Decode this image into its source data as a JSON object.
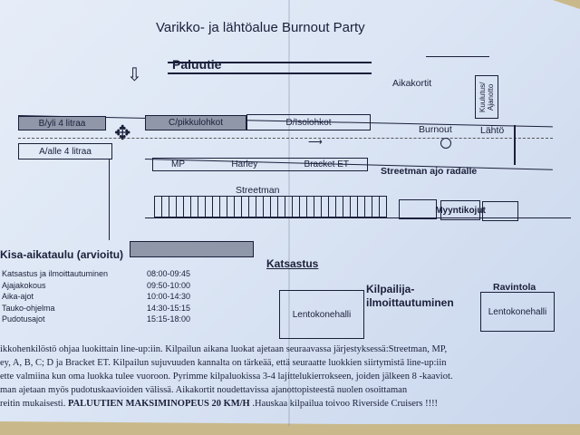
{
  "title": "Varikko- ja lähtöalue Burnout Party",
  "map": {
    "return_road": "Paluutie",
    "time_cards": "Aikakortit",
    "announcement_booth": "Kuulutus/ Ajanotto",
    "class_b": "B/yli 4 litraa",
    "class_a": "A/alle 4 litraa",
    "class_c": "C/pikkulohkot",
    "class_d": "D/Isolohkot",
    "burnout": "Burnout",
    "start": "Lähtö",
    "mp": "MP",
    "harley": "Harley",
    "bracket": "Bracket ET",
    "streetman_track": "Streetman ajo radalle",
    "streetman": "Streetman",
    "stalls": "Myyntikojut",
    "inspection": "Katsastus",
    "hangar1": "Lentokonehalli",
    "registration": "Kilpailija-\nilmoittautuminen",
    "restaurant": "Ravintola",
    "hangar2": "Lentokonehalli"
  },
  "schedule": {
    "heading": "Kisa-aikataulu (arvioitu)",
    "rows": [
      {
        "name": "Katsastus ja ilmoittautuminen",
        "time": "08:00-09:45"
      },
      {
        "name": "Ajajakokous",
        "time": "09:50-10:00"
      },
      {
        "name": "Aika-ajot",
        "time": "10:00-14:30"
      },
      {
        "name": "Tauko-ohjelma",
        "time": "14:30-15:15"
      },
      {
        "name": "Pudotusajot",
        "time": "15:15-18:00"
      }
    ]
  },
  "paragraph": [
    "ikkohenkilöstö ohjaa luokittain line-up:iin. Kilpailun aikana luokat ajetaan seuraavassa järjestyksessä:Streetman, MP,",
    "ey, A, B, C; D ja Bracket ET. Kilpailun sujuvuuden kannalta on tärkeää, että seuraatte luokkien siirtymistä line-up:iin",
    "ette valmiina kun oma luokka tulee vuoroon. Pyrimme kilpaluokissa 3-4 lajittelukierrokseen, joiden jälkeen 8 -kaaviot.",
    "man ajetaan myös pudotuskaavioiden välissä. Aikakortit noudettavissa ajanottopisteestä nuolen osoittaman",
    "reitin mukaisesti."
  ],
  "paragraph_bold": "PALUUTIEN MAKSIMINOPEUS 20 KM/H",
  "paragraph_end": " .Hauskaa kilpailua toivoo Riverside Cruisers !!!!"
}
